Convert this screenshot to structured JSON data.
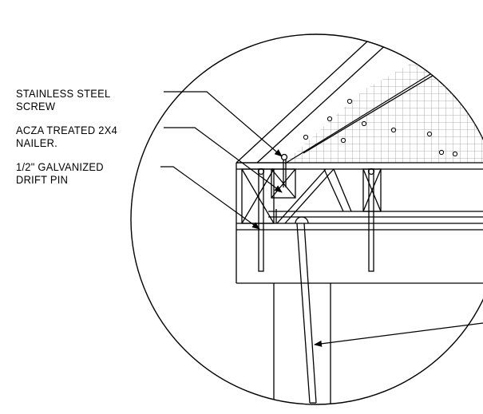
{
  "callouts": [
    {
      "line1": "STAINLESS STEEL",
      "line2": "SCREW"
    },
    {
      "line1": "ACZA TREATED 2X4",
      "line2": "NAILER."
    },
    {
      "line1": "1/2\" GALVANIZED",
      "line2": "DRIFT PIN"
    }
  ],
  "colors": {
    "line": "#000000",
    "background": "#ffffff",
    "mesh": "#9a9a9a"
  }
}
